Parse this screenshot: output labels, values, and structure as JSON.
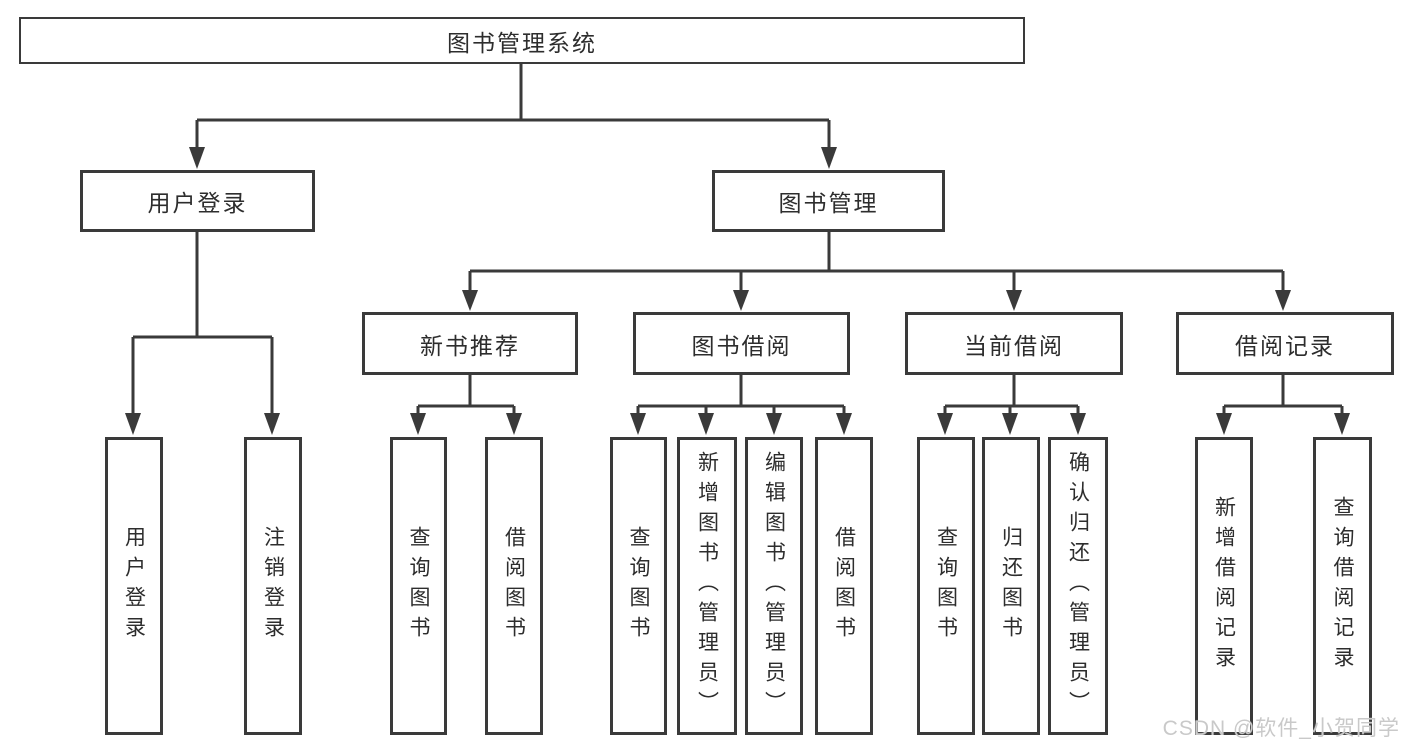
{
  "diagram": {
    "root": {
      "label": "图书管理系统"
    },
    "branches": [
      {
        "label": "用户登录",
        "leaves": [
          {
            "label": "用户登录"
          },
          {
            "label": "注销登录"
          }
        ]
      },
      {
        "label": "图书管理",
        "groups": [
          {
            "label": "新书推荐",
            "leaves": [
              {
                "label": "查询图书"
              },
              {
                "label": "借阅图书"
              }
            ]
          },
          {
            "label": "图书借阅",
            "leaves": [
              {
                "label": "查询图书"
              },
              {
                "label": "新增图书（管理员）"
              },
              {
                "label": "编辑图书（管理员）"
              },
              {
                "label": "借阅图书"
              }
            ]
          },
          {
            "label": "当前借阅",
            "leaves": [
              {
                "label": "查询图书"
              },
              {
                "label": "归还图书"
              },
              {
                "label": "确认归还（管理员）"
              }
            ]
          },
          {
            "label": "借阅记录",
            "leaves": [
              {
                "label": "新增借阅记录"
              },
              {
                "label": "查询借阅记录"
              }
            ]
          }
        ]
      }
    ]
  },
  "watermark": {
    "text": "CSDN @软件_小贺同学"
  },
  "colors": {
    "line": "#3a3a3a",
    "text": "#2d2d2d",
    "watermark": "#c9c9c9",
    "background": "#ffffff"
  }
}
